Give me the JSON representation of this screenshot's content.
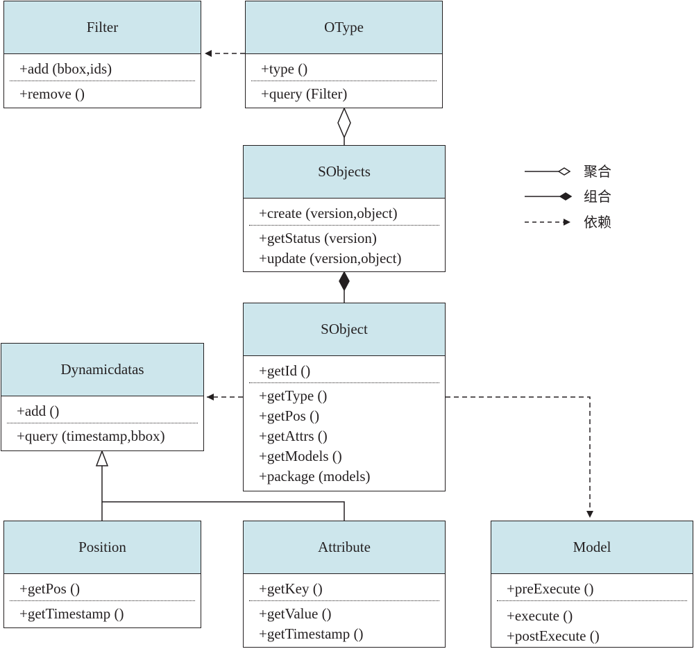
{
  "classes": {
    "filter": {
      "name": "Filter",
      "sec1": [
        "+add (bbox,ids)"
      ],
      "sec2": [
        "+remove ()"
      ]
    },
    "otype": {
      "name": "OType",
      "sec1": [
        "+type ()"
      ],
      "sec2": [
        "+query (Filter)"
      ]
    },
    "sobjects": {
      "name": "SObjects",
      "sec1": [
        "+create (version,object)"
      ],
      "sec2": [
        "+getStatus (version)",
        "+update (version,object)"
      ]
    },
    "sobject": {
      "name": "SObject",
      "sec1": [
        "+getId ()"
      ],
      "sec2": [
        "+getType ()",
        "+getPos ()",
        "+getAttrs ()",
        "+getModels ()",
        "+package (models)"
      ]
    },
    "dynamicdatas": {
      "name": "Dynamicdatas",
      "sec1": [
        "+add ()"
      ],
      "sec2": [
        "+query (timestamp,bbox)"
      ]
    },
    "position": {
      "name": "Position",
      "sec1": [
        "+getPos ()"
      ],
      "sec2": [
        "+getTimestamp ()"
      ]
    },
    "attribute": {
      "name": "Attribute",
      "sec1": [
        "+getKey ()"
      ],
      "sec2": [
        "+getValue ()",
        "+getTimestamp ()"
      ]
    },
    "model": {
      "name": "Model",
      "sec1": [
        "+preExecute ()"
      ],
      "sec2": [
        "+execute ()",
        "+postExecute ()"
      ]
    }
  },
  "legend": {
    "aggregation": "聚合",
    "composition": "组合",
    "dependency": "依赖"
  },
  "colors": {
    "header_fill": "#cde6ec",
    "line": "#231f20"
  }
}
